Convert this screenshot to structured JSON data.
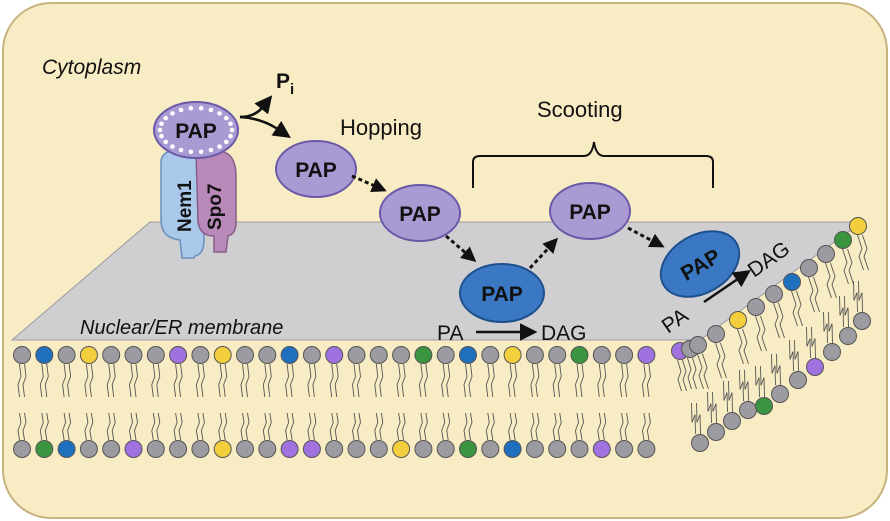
{
  "labels": {
    "cytoplasm": "Cytoplasm",
    "pi_main": "P",
    "pi_sub": "i",
    "hopping": "Hopping",
    "scooting": "Scooting",
    "membrane": "Nuclear/ER membrane",
    "nem1": "Nem1",
    "spo7": "Spo7",
    "pap": "PAP",
    "pa": "PA",
    "dag": "DAG"
  },
  "colors": {
    "background": "#f8ecc4",
    "membrane_plane": "#cfcfd2",
    "pap_cytosolic": "#a99ad3",
    "pap_bound": "#3b78c4",
    "nem1": "#a9c8ea",
    "spo7": "#b889b9",
    "lipid_gray": "#9b9ba1",
    "lipid_blue": "#1f6fbf",
    "lipid_yellow": "#f3cf3e",
    "lipid_purple": "#a072e0",
    "lipid_green": "#3a9440"
  }
}
